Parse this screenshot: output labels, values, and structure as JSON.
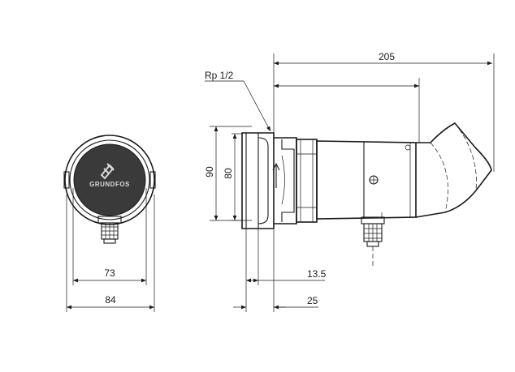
{
  "drawing": {
    "brand": "GRUNDFOS",
    "thread_label": "Rp 1/2",
    "dimensions": {
      "overall_length": "205",
      "height_outer": "90",
      "height_inner": "80",
      "front_width_inner": "73",
      "front_width_outer": "84",
      "port_offset": "13.5",
      "port_depth": "25"
    }
  }
}
